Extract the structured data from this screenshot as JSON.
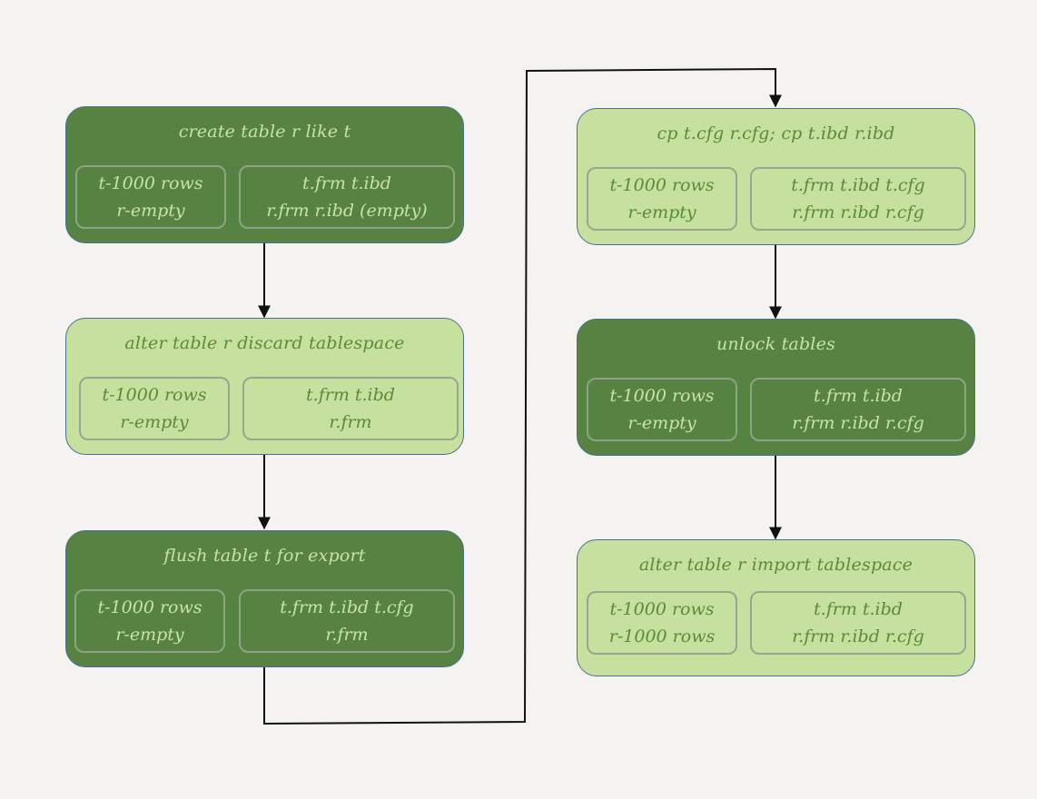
{
  "steps": [
    {
      "title": "create table r like t",
      "left": [
        "t-1000 rows",
        "r-empty"
      ],
      "right": [
        "t.frm   t.ibd",
        "r.frm r.ibd (empty)"
      ]
    },
    {
      "title": "alter table r discard tablespace",
      "left": [
        "t-1000 rows",
        "r-empty"
      ],
      "right": [
        "t.frm t.ibd",
        "r.frm"
      ]
    },
    {
      "title": "flush table t for export",
      "left": [
        "t-1000 rows",
        "r-empty"
      ],
      "right": [
        "t.frm   t.ibd  t.cfg",
        "r.frm"
      ]
    },
    {
      "title": "cp t.cfg r.cfg; cp t.ibd r.ibd",
      "left": [
        "t-1000 rows",
        "r-empty"
      ],
      "right": [
        "t.frm  t.ibd  t.cfg",
        "r.frm  r.ibd  r.cfg"
      ]
    },
    {
      "title": "unlock tables",
      "left": [
        "t-1000 rows",
        "r-empty"
      ],
      "right": [
        "t.frm   t.ibd",
        "r.frm r.ibd  r.cfg"
      ]
    },
    {
      "title": "alter table r import tablespace",
      "left": [
        "t-1000 rows",
        "r-1000 rows"
      ],
      "right": [
        "t.frm  t.ibd",
        "r.frm  r.ibd  r.cfg"
      ]
    }
  ],
  "colors": {
    "dark_fill": "#568342",
    "light_fill": "#c6e09d",
    "arrow": "#111111"
  }
}
